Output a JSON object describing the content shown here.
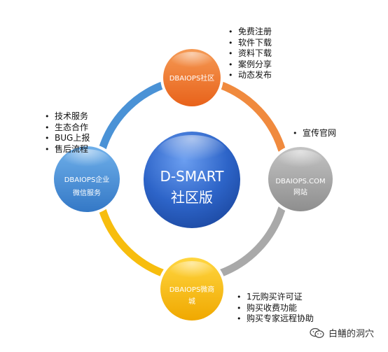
{
  "center": {
    "line1": "D-SMART",
    "line2": "社区版"
  },
  "nodes": {
    "top": {
      "label": "DBAIOPS社区",
      "color": "#ee7a2f"
    },
    "left": {
      "line1": "DBAIOPS企业",
      "line2": "微信服务",
      "color": "#4a92d6"
    },
    "right": {
      "line1": "DBAIOPS.COM",
      "line2": "网站",
      "color": "#a8a8a8"
    },
    "bottom": {
      "line1": "DBAIOPS微商",
      "line2": "城",
      "color": "#f7bd0d"
    }
  },
  "lists": {
    "top": [
      "免费注册",
      "软件下载",
      "资料下载",
      "案例分享",
      "动态发布"
    ],
    "left": [
      "技术服务",
      "生态合作",
      "BUG上报",
      "售后流程"
    ],
    "right": [
      "宣传官网"
    ],
    "bottom": [
      "1元购买许可证",
      "购买收费功能",
      "购买专家远程协助"
    ]
  },
  "watermark": {
    "text": "白鳝的洞穴",
    "icon": "wechat-icon"
  }
}
